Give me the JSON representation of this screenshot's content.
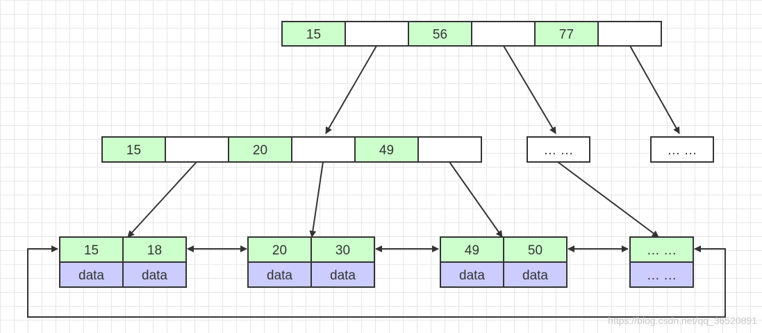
{
  "root": {
    "cells": [
      {
        "key": true,
        "text": "15"
      },
      {
        "key": false,
        "text": ""
      },
      {
        "key": true,
        "text": "56"
      },
      {
        "key": false,
        "text": ""
      },
      {
        "key": true,
        "text": "77"
      },
      {
        "key": false,
        "text": ""
      }
    ]
  },
  "internal": {
    "cells": [
      {
        "key": true,
        "text": "15"
      },
      {
        "key": false,
        "text": ""
      },
      {
        "key": true,
        "text": "20"
      },
      {
        "key": false,
        "text": ""
      },
      {
        "key": true,
        "text": "49"
      },
      {
        "key": false,
        "text": ""
      }
    ]
  },
  "stubs": [
    "… …",
    "… …"
  ],
  "leaves": [
    {
      "keys": [
        "15",
        "18"
      ],
      "data": [
        "data",
        "data"
      ]
    },
    {
      "keys": [
        "20",
        "30"
      ],
      "data": [
        "data",
        "data"
      ]
    },
    {
      "keys": [
        "49",
        "50"
      ],
      "data": [
        "data",
        "data"
      ]
    },
    {
      "keys": [
        "… …"
      ],
      "data": [
        "… …"
      ]
    }
  ],
  "watermark": "https://blog.csdn.net/qq_36520891"
}
